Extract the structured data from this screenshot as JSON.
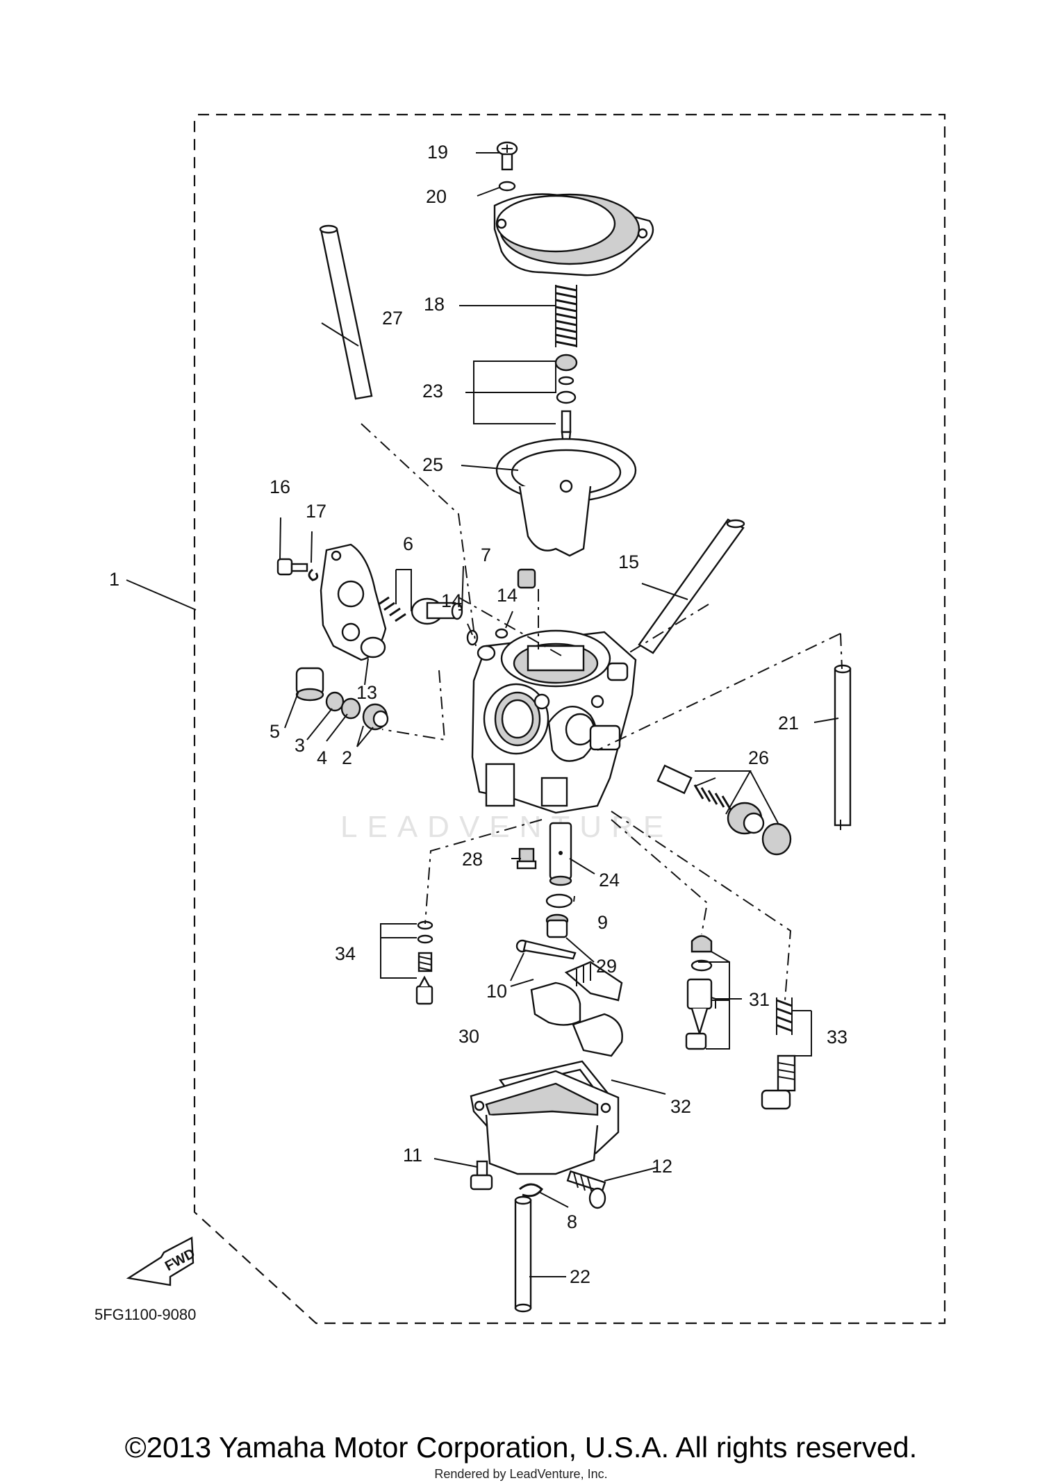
{
  "diagram": {
    "part_numbers": [
      "1",
      "2",
      "3",
      "4",
      "5",
      "6",
      "7",
      "8",
      "9",
      "10",
      "11",
      "12",
      "13",
      "14",
      "14",
      "15",
      "16",
      "17",
      "18",
      "19",
      "20",
      "21",
      "22",
      "23",
      "24",
      "25",
      "26",
      "27",
      "28",
      "29",
      "30",
      "31",
      "32",
      "33",
      "34"
    ],
    "fwd_label": "FWD",
    "catalog_code": "5FG1100-9080",
    "watermark": "LEADVENTURE"
  },
  "footer": {
    "copyright": "©2013 Yamaha Motor Corporation, U.S.A. All rights reserved.",
    "rendered_by": "Rendered by LeadVenture, Inc."
  }
}
